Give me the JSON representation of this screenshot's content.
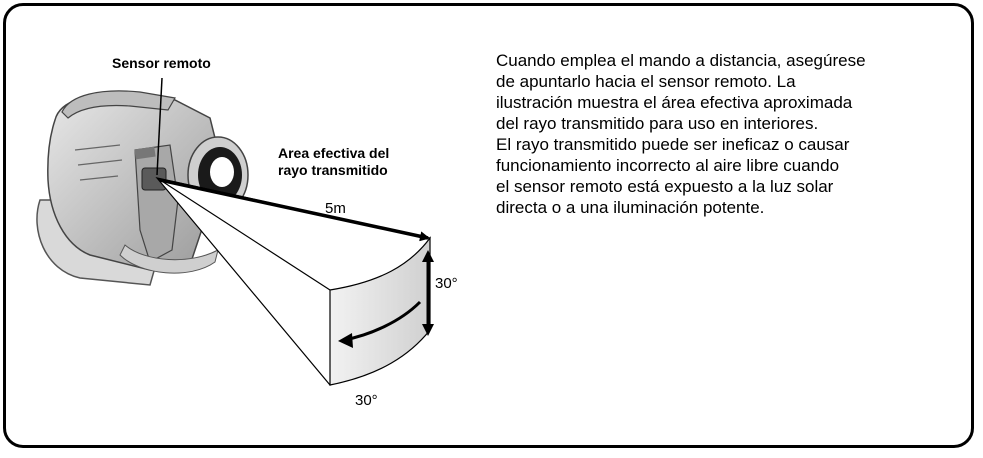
{
  "figure": {
    "sensor_label": "Sensor remoto",
    "area_label_line1": "Area efectiva del",
    "area_label_line2": "rayo transmitido",
    "distance_label": "5m",
    "vertical_angle_label": "30°",
    "horizontal_angle_label": "30°",
    "camcorder_icon": "camcorder-illustration"
  },
  "description": {
    "lines": [
      "Cuando emplea el mando a distancia, asegúrese",
      "de apuntarlo hacia el sensor remoto. La",
      "ilustración muestra el área efectiva aproximada",
      "del rayo transmitido para uso en interiores.",
      "El rayo transmitido puede ser ineficaz o causar",
      "funcionamiento incorrecto al aire libre cuando",
      "el sensor remoto está expuesto a la luz solar",
      "directa o a una iluminación potente."
    ]
  }
}
